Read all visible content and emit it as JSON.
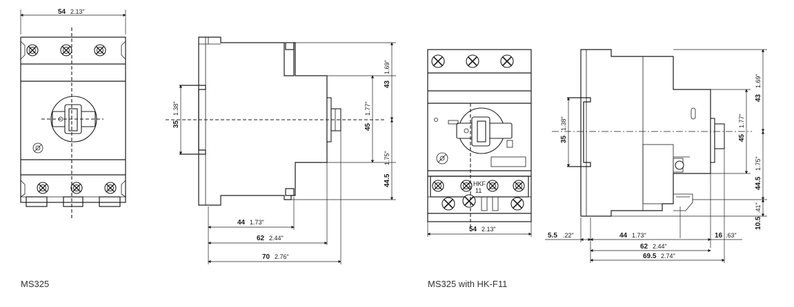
{
  "captions": {
    "left": "MS325",
    "right": "MS325 with HK-F11"
  },
  "view1_front": {
    "width_mm": "54",
    "width_in": "2.13\""
  },
  "view2_side": {
    "rail_mm": "35",
    "rail_in": "1.38\"",
    "top_mm": "43",
    "top_in": "1.69\"",
    "knob_mm": "45",
    "knob_in": "1.77\"",
    "bottom_mm": "44.5",
    "bottom_in": "1.75\"",
    "d44_mm": "44",
    "d44_in": "1.73\"",
    "d62_mm": "62",
    "d62_in": "2.44\"",
    "d70_mm": "70",
    "d70_in": "2.76\""
  },
  "view3_front_hk": {
    "width_mm": "54",
    "width_in": "2.13\"",
    "block_label": "HKF",
    "block_sub": "11"
  },
  "view4_side_hk": {
    "rail_mm": "35",
    "rail_in": "1.38\"",
    "top_mm": "43",
    "top_in": "1.69\"",
    "knob_mm": "45",
    "knob_in": "1.77\"",
    "bottom_mm": "44.5",
    "bottom_in": "1.75\"",
    "small_mm": "10.5",
    "small_in": ".41\"",
    "d55_mm": "5.5",
    "d55_in": ".22\"",
    "d44_mm": "44",
    "d44_in": "1.73\"",
    "d16_mm": "16",
    "d16_in": ".63\"",
    "d62_mm": "62",
    "d62_in": "2.44\"",
    "d695_mm": "69.5",
    "d695_in": "2.74\""
  }
}
